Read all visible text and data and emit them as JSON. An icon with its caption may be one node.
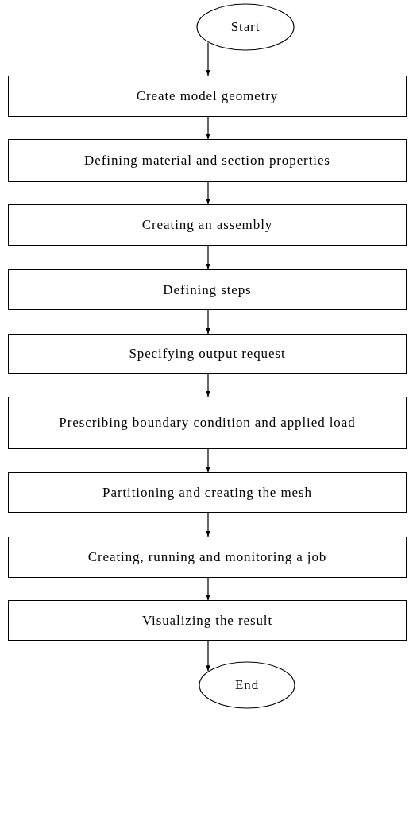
{
  "diagram": {
    "nodes": [
      {
        "text": [
          "Start"
        ]
      },
      {
        "text": [
          "Create model geometry"
        ]
      },
      {
        "text": [
          "Defining material and section properties"
        ]
      },
      {
        "text": [
          "Creating an assembly"
        ]
      },
      {
        "text": [
          "Defining steps"
        ]
      },
      {
        "text": [
          "Specifying output request"
        ]
      },
      {
        "text": [
          "Prescribing boundary condition and applied load"
        ]
      },
      {
        "text": [
          "Partitioning and creating the mesh"
        ]
      },
      {
        "text": [
          "Creating, running and monitoring a job"
        ]
      },
      {
        "text": [
          "Visualizing the result"
        ]
      },
      {
        "text": [
          "End"
        ]
      }
    ],
    "edges": [
      {
        "from": 0,
        "to": 1,
        "arrow": "to"
      },
      {
        "from": 1,
        "to": 2,
        "arrow": "to"
      },
      {
        "from": 2,
        "to": 3,
        "arrow": "to"
      },
      {
        "from": 3,
        "to": 4,
        "arrow": "to"
      },
      {
        "from": 4,
        "to": 5,
        "arrow": "to"
      },
      {
        "from": 5,
        "to": 6,
        "arrow": "to"
      },
      {
        "from": 6,
        "to": 7,
        "arrow": "to"
      },
      {
        "from": 7,
        "to": 8,
        "arrow": "to"
      },
      {
        "from": 8,
        "to": 9,
        "arrow": "to"
      },
      {
        "from": 9,
        "to": 10,
        "arrow": "to"
      }
    ]
  }
}
